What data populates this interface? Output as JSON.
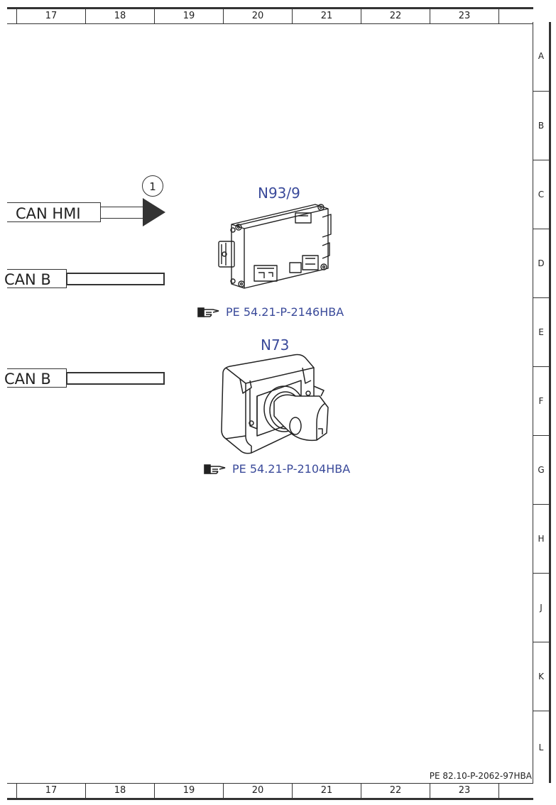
{
  "columns": [
    "17",
    "18",
    "19",
    "20",
    "21",
    "22",
    "23"
  ],
  "rows": [
    "A",
    "B",
    "C",
    "D",
    "E",
    "F",
    "G",
    "H",
    "J",
    "K",
    "L"
  ],
  "buses": [
    {
      "label": "CAN HMI"
    },
    {
      "label": "CAN B"
    },
    {
      "label": "CAN B"
    }
  ],
  "marker": "1",
  "components": [
    {
      "id": "N93/9",
      "reference": "PE 54.21-P-2146HBA",
      "icon": "control-unit"
    },
    {
      "id": "N73",
      "reference": "PE 54.21-P-2104HBA",
      "icon": "ignition-switch"
    }
  ],
  "reference_icon": "pointing-hand-icon",
  "document_id": "PE 82.10-P-2062-97HBA",
  "colors": {
    "link": "#3a4a9a",
    "line": "#333333"
  }
}
